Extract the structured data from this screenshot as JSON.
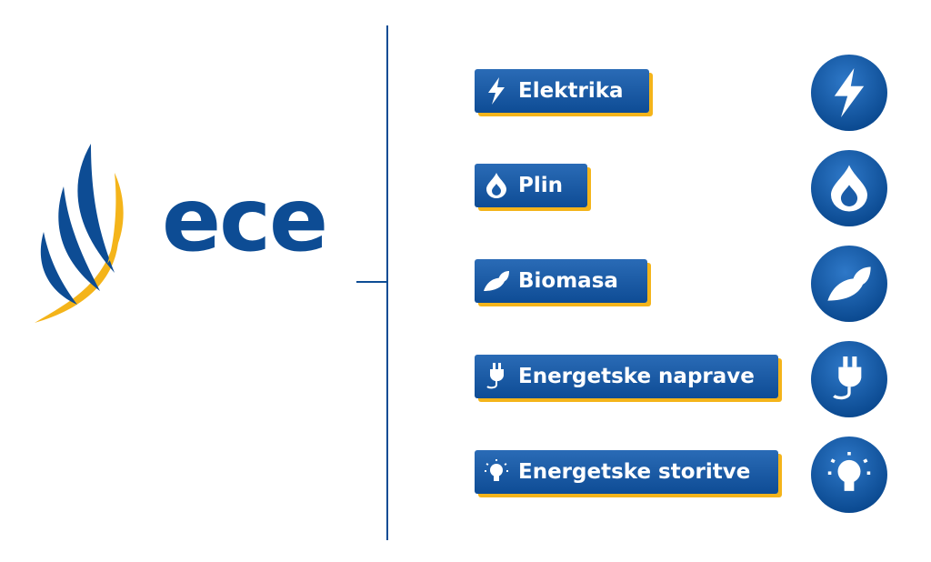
{
  "brand": {
    "name": "ece",
    "colors": {
      "blue": "#0d4c94",
      "gold": "#f4b41a"
    }
  },
  "services": [
    {
      "label": "Elektrika",
      "icon": "lightning-icon"
    },
    {
      "label": "Plin",
      "icon": "flame-icon"
    },
    {
      "label": "Biomasa",
      "icon": "leaf-icon"
    },
    {
      "label": "Energetske naprave",
      "icon": "plug-icon"
    },
    {
      "label": "Energetske storitve",
      "icon": "lightbulb-icon"
    }
  ]
}
